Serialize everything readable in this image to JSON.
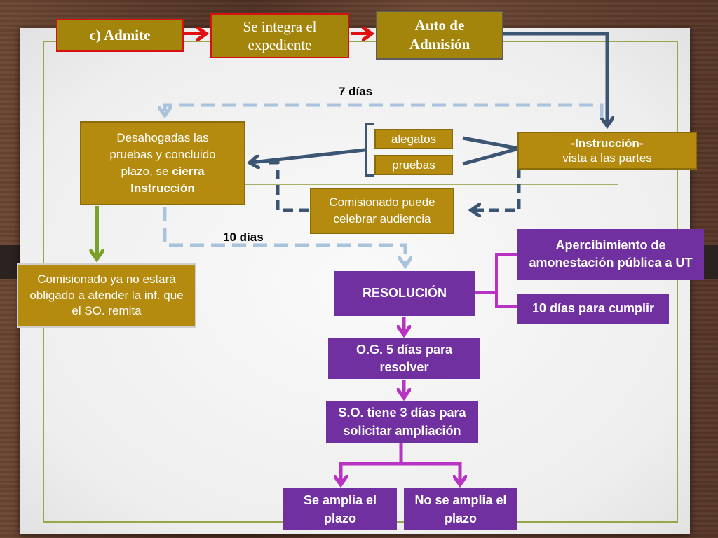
{
  "colors": {
    "gold": "#b48b0e",
    "purple": "#7030a0",
    "red_arrow": "#e01010",
    "dark_blue_arrow": "#3b5573",
    "light_blue_dashed": "#a9c3dc",
    "green_arrow": "#7aa228",
    "purple_arrow": "#b832c4"
  },
  "nodes": {
    "admite": "c) Admite",
    "integra": "Se integra el expediente",
    "auto": "Auto de Admisión",
    "desahogadas": {
      "line1": "Desahogadas las",
      "line2": "pruebas y concluido",
      "line3": "plazo, se",
      "bold": "cierra",
      "line4": "Instrucción"
    },
    "alegatos": "alegatos",
    "pruebas": "pruebas",
    "instruccion_title": "-Instrucción-",
    "instruccion_sub": "vista a las partes",
    "comisionado_audiencia": "Comisionado puede celebrar audiencia",
    "comisionado_no_obligado": "Comisionado ya no estará obligado a atender la inf. que el SO. remita",
    "apercibimiento": "Apercibimiento de amonestación pública a UT",
    "diez_dias_cumplir": "10 días para cumplir",
    "resolucion": "RESOLUCIÓN",
    "og": "O.G. 5 días para resolver",
    "so": "S.O. tiene 3 días para solicitar ampliación",
    "se_amplia": "Se amplia el plazo",
    "no_se_amplia": "No se amplia el plazo"
  },
  "labels": {
    "siete_dias": "7 días",
    "diez_dias": "10 días"
  }
}
